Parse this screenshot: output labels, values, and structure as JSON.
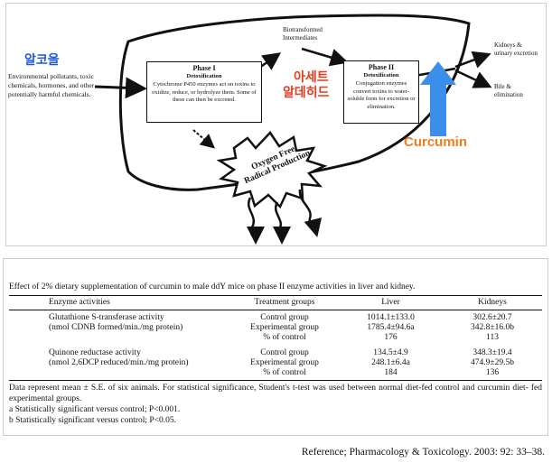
{
  "diagram": {
    "alcohol_label": "알코올",
    "input_text": "Environmental pollutants, toxic chemicals, hormones, and other potentially harmful chemicals.",
    "phase1": {
      "title": "Phase I",
      "subtitle": "Detoxification",
      "body": "Cytochrome P450 enzymes act on toxins to oxidize, reduce, or hydrolyze them. Some of these can then be excreted."
    },
    "biotransformed_label": "Biotransformed Intermediates",
    "acetaldehyde_label_1": "아세트",
    "acetaldehyde_label_2": "알데히드",
    "phase2": {
      "title": "Phase II",
      "subtitle": "Detoxification",
      "body": "Conjugation enzymes convert toxins to water-soluble form for excretion or elimination."
    },
    "kidneys_label": "Kidneys & urinary excretion",
    "bile_label": "Bile & elimination",
    "curcumin_label": "Curcumin",
    "oxygen_label_1": "Oxygen Free",
    "oxygen_label_2": "Radical Production",
    "colors": {
      "alcohol": "#1a55e0",
      "acetaldehyde": "#e83a1e",
      "curcumin": "#f07c1a",
      "curcumin_arrow": "#3b8fe8"
    }
  },
  "table": {
    "caption": "Effect of 2% dietary supplementation of curcumin to male ddY mice on phase II enzyme activities in liver and kidney.",
    "headers": [
      "Enzyme activities",
      "Treatment groups",
      "Liver",
      "Kidneys"
    ],
    "groups": [
      {
        "name": "Glutathione S-transferase activity",
        "unit": "(nmol CDNB formed/min./mg protein)",
        "rows": [
          {
            "treatment": "Control group",
            "liver": "1014.1±133.0",
            "kidneys": "302.6±20.7"
          },
          {
            "treatment": "Experimental group",
            "liver": "1785.4±94.6a",
            "kidneys": "342.8±16.0b"
          },
          {
            "treatment": "% of control",
            "liver": "176",
            "kidneys": "113"
          }
        ]
      },
      {
        "name": "Quinone reductase activity",
        "unit": "(nmol 2,6DCP reduced/min./mg protein)",
        "rows": [
          {
            "treatment": "Control group",
            "liver": "134.5±4.9",
            "kidneys": "348.3±19.4"
          },
          {
            "treatment": "Experimental group",
            "liver": "248.1±6.4a",
            "kidneys": "474.9±29.5b"
          },
          {
            "treatment": "% of control",
            "liver": "184",
            "kidneys": "136"
          }
        ]
      }
    ],
    "footnote": "Data represent mean ± S.E. of six animals. For statistical significance, Student's t-test was used between normal diet-fed control and curcumin diet- fed experimental groups.",
    "note_a": "a Statistically significant versus control; P<0.001.",
    "note_b": "b Statistically significant versus control; P<0.05."
  },
  "reference": "Reference; Pharmacology & Toxicology. 2003: 92: 33–38."
}
